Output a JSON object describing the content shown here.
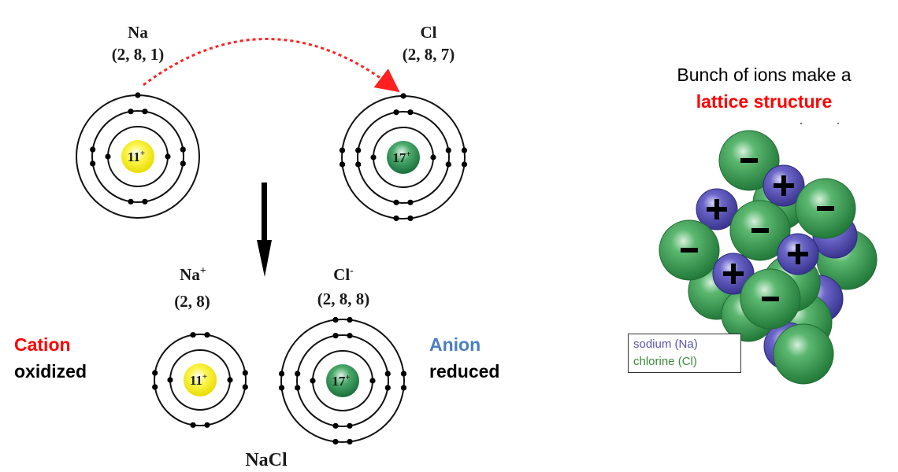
{
  "atoms": {
    "na": {
      "symbol": "Na",
      "config": "(2, 8, 1)",
      "nucleus": "11",
      "charge": "+",
      "shells": [
        2,
        8,
        1
      ]
    },
    "cl": {
      "symbol": "Cl",
      "config": "(2, 8, 7)",
      "nucleus": "17",
      "charge": "+",
      "shells": [
        2,
        8,
        7
      ]
    }
  },
  "ions": {
    "na_plus": {
      "symbol": "Na",
      "superscript": "+",
      "config": "(2, 8)",
      "nucleus": "11",
      "charge": "+",
      "shells": [
        2,
        8
      ]
    },
    "cl_minus": {
      "symbol": "Cl",
      "superscript": "-",
      "config": "(2, 8, 8)",
      "nucleus": "17",
      "charge": "+",
      "shells": [
        2,
        8,
        8
      ]
    }
  },
  "compound_label": "NaCl",
  "cation": {
    "title": "Cation",
    "subtitle": "oxidized"
  },
  "anion": {
    "title": "Anion",
    "subtitle": "reduced"
  },
  "lattice": {
    "title_line1": "Bunch of ions make a",
    "title_line2": "lattice structure",
    "plus_sign": "+",
    "minus_sign": "−",
    "legend": {
      "sodium": "sodium (Na)",
      "chlorine": "chlorine (Cl)"
    }
  },
  "colors": {
    "cation_red": "#ff0000",
    "anion_blue": "#4a7ebf",
    "transfer_arrow": "#ff2020",
    "sodium_nucleus": "#f5e800",
    "chlorine_nucleus": "#1f8a4c",
    "sodium_ion_sphere": "#5a55b8",
    "chlorine_ion_sphere": "#3a9a55",
    "legend_sodium_text": "#5a55b0",
    "legend_chlorine_text": "#3a8a3a"
  }
}
